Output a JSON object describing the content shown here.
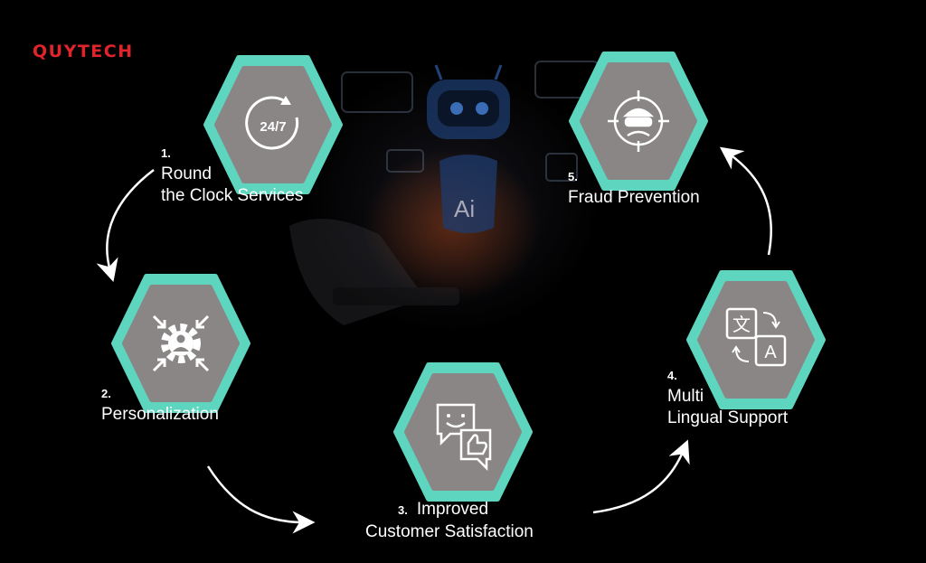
{
  "brand": {
    "logo_text": "QUYTECH"
  },
  "colors": {
    "teal": "#5ed6bf",
    "hex_inner": "#8a8686",
    "brand_red": "#e0242c"
  },
  "steps": [
    {
      "number": "1.",
      "title_line1": "Round",
      "title_line2": "the Clock Services",
      "icon": "24-7-clock-icon",
      "icon_text": "24/7"
    },
    {
      "number": "2.",
      "title_line1": "Personalization",
      "icon": "user-gear-icon"
    },
    {
      "number": "3.",
      "title_line1": "Improved",
      "title_line2": "Customer Satisfaction",
      "icon": "chat-thumbs-up-icon"
    },
    {
      "number": "4.",
      "title_line1": "Multi",
      "title_line2": "Lingual Support",
      "icon": "translate-icon",
      "icon_glyph_a": "文",
      "icon_glyph_b": "A"
    },
    {
      "number": "5.",
      "title_line1": "Fraud Prevention",
      "icon": "fraud-target-icon"
    }
  ],
  "background": {
    "robot_badge_text": "Ai"
  }
}
